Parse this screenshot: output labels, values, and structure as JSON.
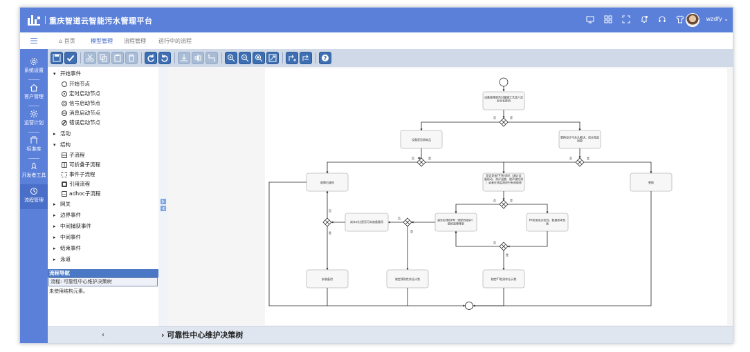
{
  "header": {
    "title": "重庆智道云智能污水管理平台",
    "username": "wzdfy",
    "icons": [
      "monitor-icon",
      "grid-icon",
      "fullscreen-icon",
      "bell-icon",
      "headset-icon",
      "shirt-icon"
    ]
  },
  "tabs": [
    {
      "label": "首页",
      "icon": "home-icon"
    },
    {
      "label": "模型管理",
      "active": true
    },
    {
      "label": "流程管理"
    },
    {
      "label": "运行中的流程"
    }
  ],
  "nav": [
    {
      "label": "系统设置",
      "icon": "gear-icon"
    },
    {
      "label": "客户管理",
      "icon": "house-icon"
    },
    {
      "label": "运营计划",
      "icon": "settings-icon"
    },
    {
      "label": "标准库",
      "icon": "gate-icon"
    },
    {
      "label": "开发者工具",
      "icon": "rocket-icon"
    },
    {
      "label": "流程管理",
      "icon": "clock-icon",
      "active": true
    }
  ],
  "toolbar": {
    "buttons": [
      "save-icon",
      "check-icon",
      "cut-icon",
      "copy-icon",
      "paste-icon",
      "delete-icon",
      "redo-icon",
      "undo-icon",
      "align-bottom-icon",
      "align-center-icon",
      "route-icon",
      "zoom-in-icon",
      "zoom-out-icon",
      "zoom-fit-icon",
      "zoom-actual-icon",
      "flow-add-icon",
      "flow-swap-icon",
      "help-icon"
    ]
  },
  "tree": {
    "groups": [
      {
        "label": "开始事件",
        "expanded": true,
        "children": [
          "开始节点",
          "定时启动节点",
          "信号启动节点",
          "消息启动节点",
          "错误启动节点"
        ]
      },
      {
        "label": "活动",
        "expanded": false,
        "children": []
      },
      {
        "label": "结构",
        "expanded": true,
        "children": [
          "子流程",
          "可折叠子流程",
          "事件子流程",
          "引用流程",
          "adhoc子流程"
        ]
      },
      {
        "label": "网关",
        "expanded": false,
        "children": []
      },
      {
        "label": "边界事件",
        "expanded": false,
        "children": []
      },
      {
        "label": "中间捕获事件",
        "expanded": false,
        "children": []
      },
      {
        "label": "中间事件",
        "expanded": false,
        "children": []
      },
      {
        "label": "结束事件",
        "expanded": false,
        "children": []
      },
      {
        "label": "泳道",
        "expanded": false,
        "children": []
      }
    ]
  },
  "navpanel": {
    "header": "流程导航",
    "process_prefix": "流程:",
    "process_name": "可靠性中心维护决策树",
    "empty_text": "未使用结构元素。"
  },
  "footer": {
    "left_arrow": "‹",
    "title_prefix": "›",
    "title": "可靠性中心维护决策树"
  },
  "diagram": {
    "tasks": {
      "t1": "设备故障是否对健康工艺或人员安全有影响",
      "t2": "设备是否易耗品",
      "t3": "更换设计可永久解决、成本效益则更",
      "t4": "故障后维修",
      "t5": "是否是按TPT检测术（通过设备振动、测评温度、超声波检测）或者在线监测进行有效维修",
      "t6": "更换",
      "t7": "是否有预防PM（预防性维护）能把故障降到",
      "t8": "PT检测成本较低，数据参考性高",
      "t9": "成本对比是否可实施备备用",
      "t10": "安装备用",
      "t11": "制定预防性作业计划",
      "t12": "制定PT检测作业计划"
    },
    "labels": {
      "yes": "是",
      "no": "否"
    }
  }
}
